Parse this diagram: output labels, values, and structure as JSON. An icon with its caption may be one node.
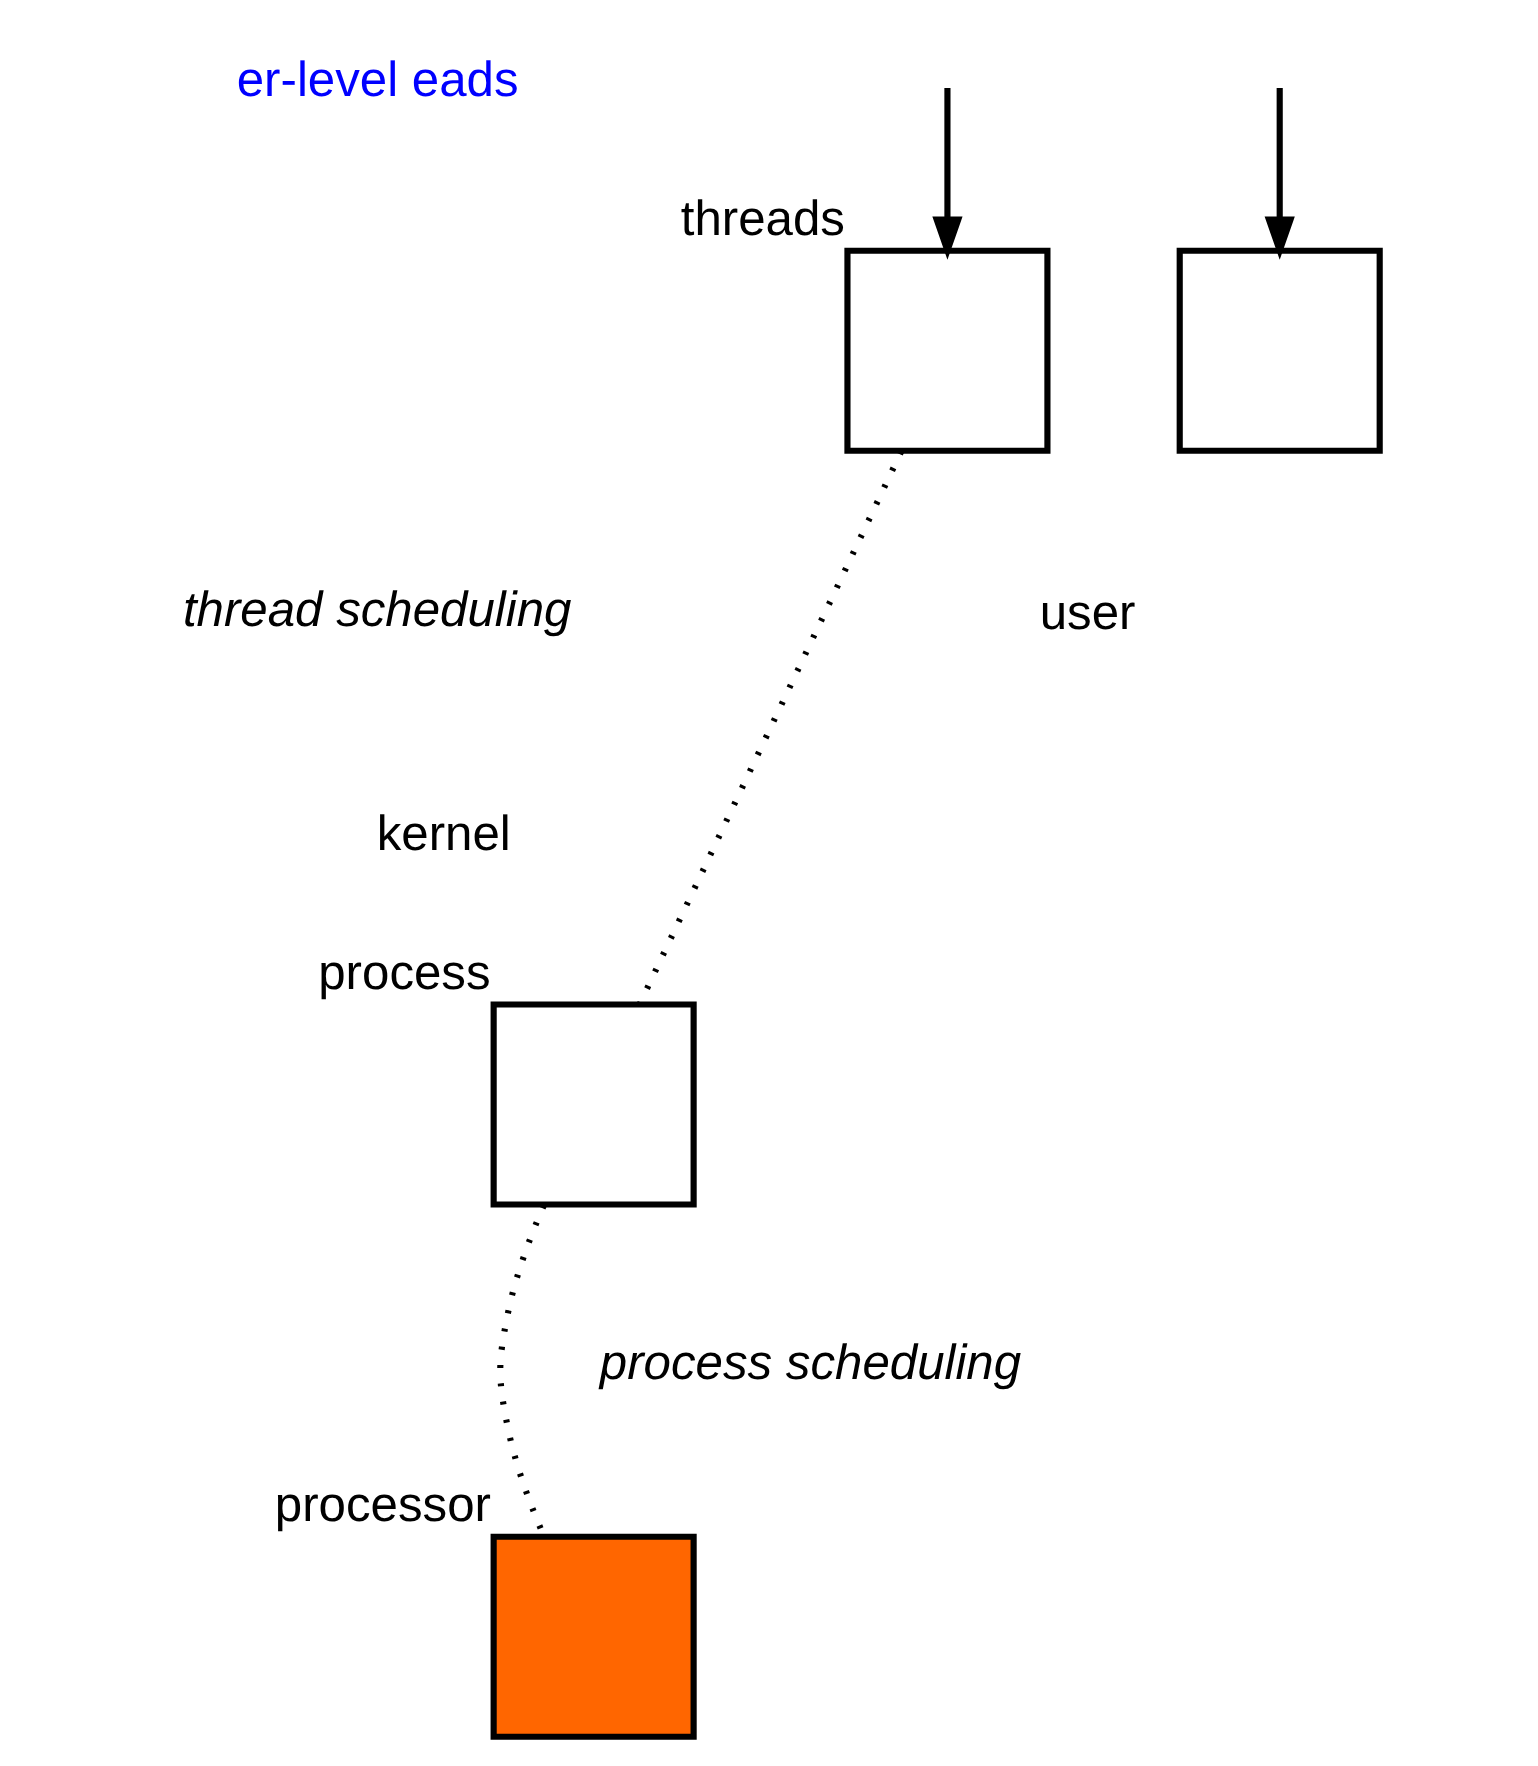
{
  "diagram": {
    "nodes": [
      {
        "text": [],
        "shape": "box",
        "beside": [
          "threads"
        ]
      },
      {
        "text": [],
        "shape": "box"
      },
      {
        "text": [],
        "shape": "box",
        "beside": [
          "process"
        ]
      },
      {
        "text": [],
        "shape": "box",
        "beside": [
          "processor"
        ]
      }
    ],
    "edges": [
      {
        "from": null,
        "to": 0,
        "arrow": "to"
      },
      {
        "from": null,
        "to": 1,
        "arrow": "to"
      },
      {
        "from": 0,
        "to": 2,
        "arrow": "none",
        "style": "dashed"
      },
      {
        "from": 2,
        "to": 3,
        "arrow": "none",
        "style": "dashed"
      }
    ],
    "labels": [
      "er-level eads",
      "thread scheduling",
      "user",
      "kernel",
      "process scheduling"
    ]
  }
}
